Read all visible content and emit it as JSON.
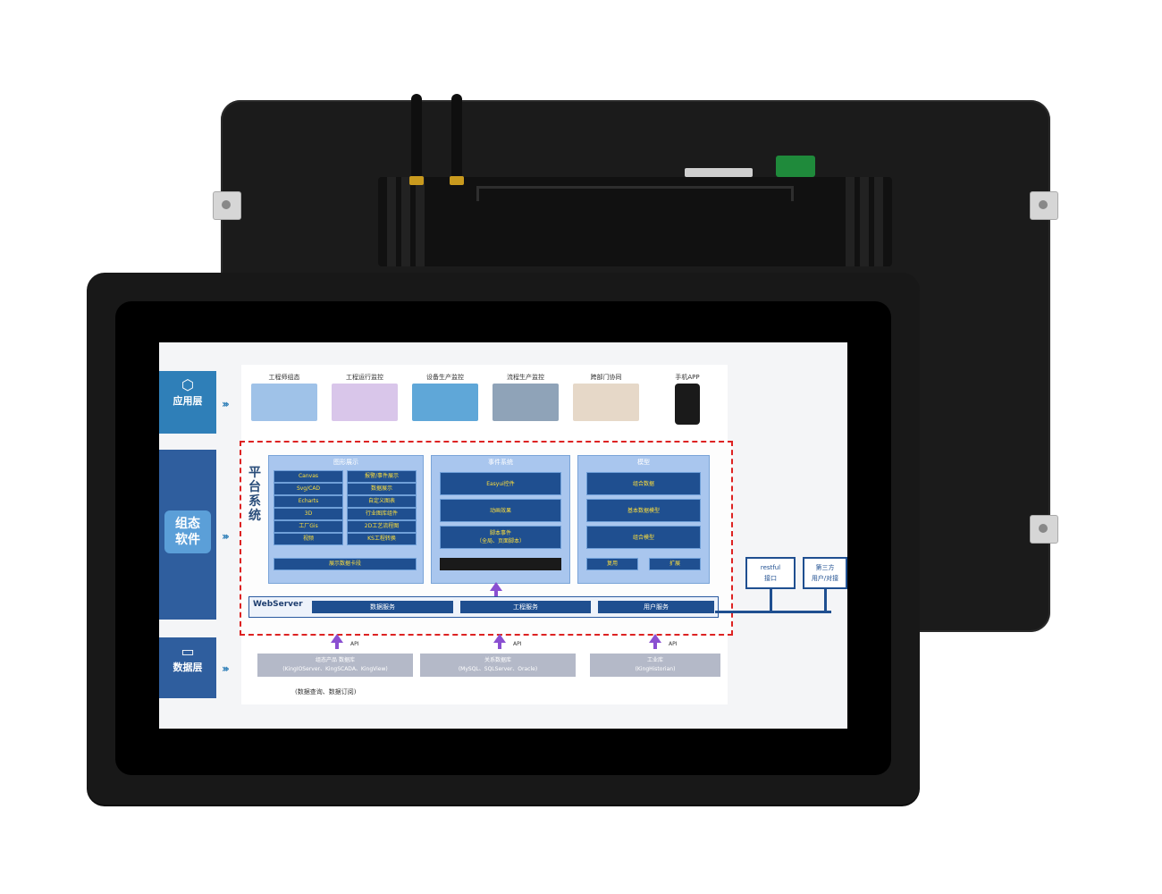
{
  "device": {
    "colors": {
      "body": "#181818",
      "screen_bg": "#f4f5f7",
      "accent": "#2f7fb8",
      "dashed_border": "#dd2222",
      "module_bg": "#a9c6ee",
      "cell_bg": "#1f4f90",
      "cell_text": "#ffdf3a",
      "arrow": "#8a4fd1"
    }
  },
  "screen": {
    "layers": {
      "app": {
        "label": "应用层",
        "icon": "cube-icon"
      },
      "config": {
        "label_line1": "组态",
        "label_line2": "软件"
      },
      "data": {
        "label": "数据层",
        "icon": "monitor-icon"
      }
    },
    "apps": [
      {
        "label": "工程师组态"
      },
      {
        "label": "工程运行监控"
      },
      {
        "label": "设备生产监控"
      },
      {
        "label": "流程生产监控"
      },
      {
        "label": "跨部门协同"
      },
      {
        "label": "手机APP"
      }
    ],
    "platform": {
      "title": "平台系统",
      "graphics": {
        "title": "图形展示",
        "cells": [
          "Canvas",
          "报警/事件展示",
          "Svg/CAD",
          "数据展示",
          "Echarts",
          "自定义图表",
          "3D",
          "行业图库组件",
          "工厂Gis",
          "2D工艺流程图",
          "视频",
          "KS工程转换"
        ],
        "footer": "展示数据卡段"
      },
      "events": {
        "title": "事件系统",
        "cells": [
          "Easyui控件",
          "动画效果",
          "脚本事件\n（全局、页面脚本）"
        ]
      },
      "model": {
        "title": "模型",
        "cells": [
          "组合数据",
          "基本数据模型",
          "组合模型"
        ],
        "bottom": [
          "复用",
          "扩展"
        ]
      },
      "webserver": {
        "label": "WebServer",
        "services": [
          "数据服务",
          "工程服务",
          "用户服务"
        ]
      }
    },
    "external": [
      {
        "line1": "restful",
        "line2": "接口"
      },
      {
        "line1": "第三方",
        "line2": "用户/对接"
      }
    ],
    "data_sources": [
      {
        "line1": "组态产品 数据库",
        "line2": "(KingIOServer、KingSCADA、KingView)"
      },
      {
        "line1": "关系数据库",
        "line2": "(MySQL、SQLServer、Oracle)"
      },
      {
        "line1": "工业库",
        "line2": "(KingHistorian)"
      }
    ],
    "api_label": "API",
    "note": "(数据查询、数据订阅)"
  }
}
